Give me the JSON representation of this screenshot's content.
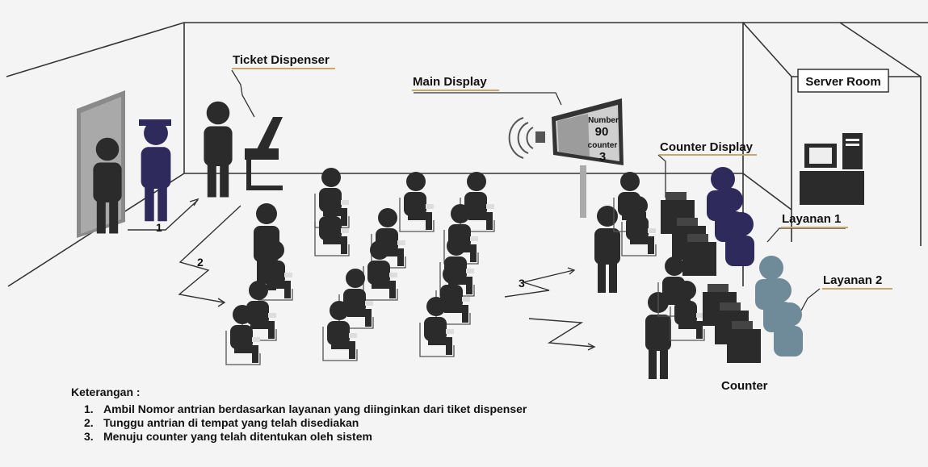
{
  "labels": {
    "ticket_dispenser": "Ticket Dispenser",
    "main_display": "Main Display",
    "counter_display": "Counter Display",
    "server_room": "Server Room",
    "layanan_1": "Layanan 1",
    "layanan_2": "Layanan 2",
    "counter": "Counter"
  },
  "display_screen": {
    "number_label": "Number",
    "number_value": "90",
    "counter_label": "counter",
    "counter_value": "3"
  },
  "steps": [
    "1",
    "2",
    "3"
  ],
  "legend": {
    "title": "Keterangan :",
    "items": [
      {
        "num": "1.",
        "text": "Ambil Nomor antrian berdasarkan layanan yang diinginkan dari tiket dispenser"
      },
      {
        "num": "2.",
        "text": "Tunggu antrian di tempat yang telah disediakan"
      },
      {
        "num": "3.",
        "text": "Menuju counter yang telah ditentukan oleh sistem"
      }
    ]
  },
  "colors": {
    "person": "#2b2b2b",
    "staff_service_1": "#2e2a5c",
    "staff_service_2": "#6f8b9a",
    "label_underline": "#c8a76a"
  }
}
